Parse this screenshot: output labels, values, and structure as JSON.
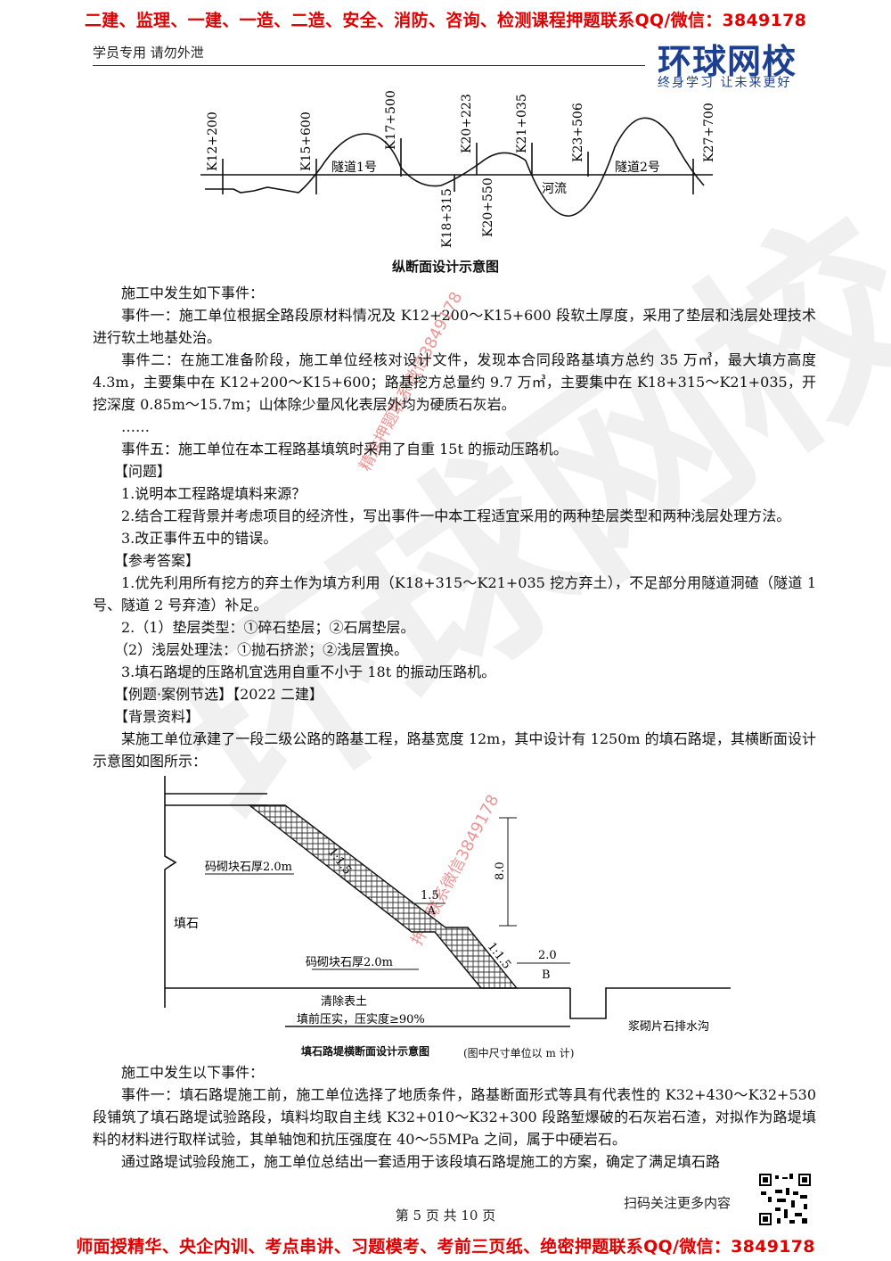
{
  "header": {
    "top_banner": "二建、监理、一建、一造、二造、安全、消防、咨询、检测课程押题联系QQ/微信：3849178",
    "left_label": "学员专用  请勿外泄",
    "logo_text": "环球网校",
    "logo_slogan": "终身学习  让未来更好"
  },
  "figure1": {
    "stations_top": [
      "K12+200",
      "K15+600",
      "K17+500",
      "K20+223",
      "K21+035",
      "K23+506",
      "K27+700"
    ],
    "stations_bottom": [
      "K18+315",
      "K20+550"
    ],
    "labels": [
      "隧道1号",
      "河流",
      "隧道2号"
    ],
    "caption": "纵断面设计示意图"
  },
  "content1": [
    "施工中发生如下事件：",
    "事件一：施工单位根据全路段原材料情况及 K12+200～K15+600 段软土厚度，采用了垫层和浅层处理技术进行软土地基处治。",
    "事件二：在施工准备阶段，施工单位经核对设计文件，发现本合同段路基填方总约 35 万㎥，最大填方高度 4.3m，主要集中在 K12+200～K15+600；路基挖方总量约 9.7 万㎥，主要集中在 K18+315～K21+035，开挖深度 0.85m～15.7m；山体除少量风化表层外均为硬质石灰岩。",
    "……",
    "事件五：施工单位在本工程路基填筑时采用了自重 15t 的振动压路机。",
    "【问题】",
    "1.说明本工程路堤填料来源？",
    "2.结合工程背景并考虑项目的经济性，写出事件一中本工程适宜采用的两种垫层类型和两种浅层处理方法。",
    "3.改正事件五中的错误。",
    "【参考答案】",
    "1.优先利用所有挖方的弃土作为填方利用（K18+315～K21+035 挖方弃土），不足部分用隧道洞碴（隧道 1 号、隧道 2 号弃渣）补足。",
    "2.（1）垫层类型：①碎石垫层；②石屑垫层。",
    "（2）浅层处理法：①抛石挤淤；②浅层置换。",
    "3.填石路堤的压路机宜选用自重不小于 18t 的振动压路机。",
    "【例题·案例节选】【2022 二建】",
    "【背景资料】",
    "某施工单位承建了一段二级公路的路基工程，路基宽度 12m，其中设计有 1250m 的填石路堤，其横断面设计示意图如图所示："
  ],
  "figure2": {
    "slope1": "1:1.5",
    "slope2": "1:1.5",
    "dim_height": "8.0",
    "dim_a": "1.5",
    "dim_b": "2.0",
    "label_a": "A",
    "label_b": "B",
    "masonry_upper": "码砌块石厚2.0m",
    "masonry_lower": "码砌块石厚2.0m",
    "fill": "填石",
    "topsoil": "清除表土",
    "compaction": "填前压实，压实度≥90%",
    "ditch": "浆砌片石排水沟",
    "caption": "填石路堤横断面设计示意图",
    "caption_note": "(图中尺寸单位以 m 计)"
  },
  "content2": [
    "施工中发生以下事件：",
    "事件一：填石路堤施工前，施工单位选择了地质条件，路基断面形式等具有代表性的 K32+430～K32+530 段铺筑了填石路堤试验路段，填料均取自主线 K32+010～K32+300 段路堑爆破的石灰岩石渣，对拟作为路堤填料的材料进行取样试验，其单轴饱和抗压强度在 40～55MPa 之间，属于中硬岩石。",
    "通过路堤试验段施工，施工单位总结出一套适用于该段填石路堤施工的方案，确定了满足填石路"
  ],
  "footer": {
    "qr_text": "扫码关注更多内容",
    "page_number": "第 5 页 共 10 页",
    "bottom_banner": "师面授精华、央企内训、考点串讲、习题模考、考前三页纸、绝密押题联系QQ/微信：3849178"
  },
  "watermarks": {
    "big": "环球网校",
    "diag1": "精准押题联系微信3849178",
    "diag2": "押一联系微信3849178"
  }
}
